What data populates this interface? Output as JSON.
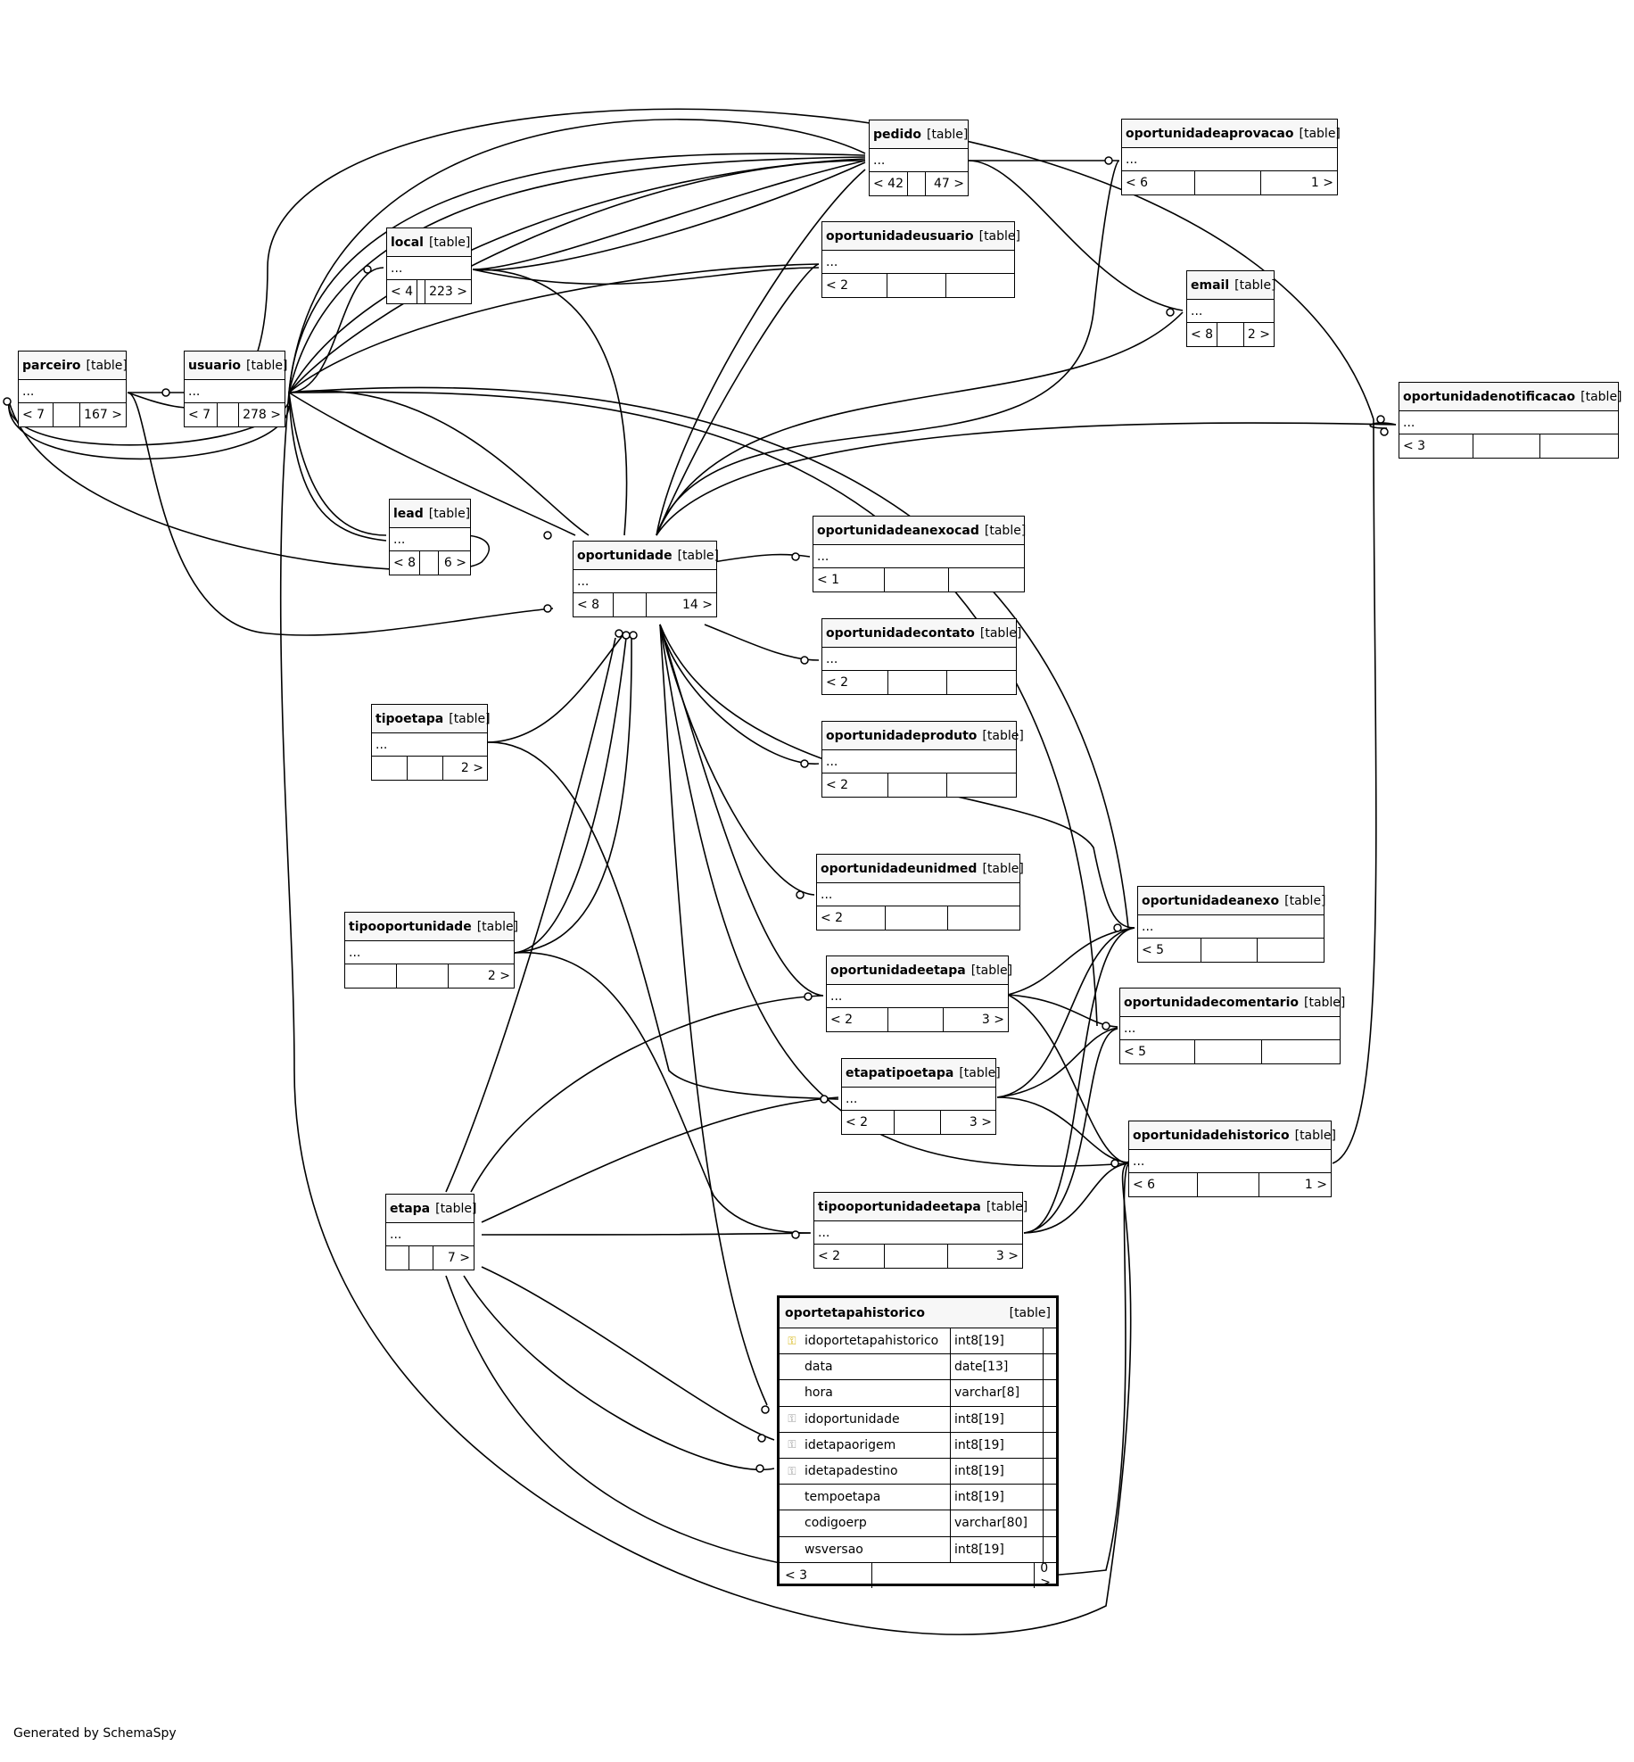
{
  "diagram": {
    "footer": "Generated by SchemaSpy",
    "table_tag": "[table]",
    "tables": [
      {
        "id": "parceiro",
        "name": "parceiro",
        "body": "...",
        "footer": [
          "< 7",
          "",
          "167 >"
        ]
      },
      {
        "id": "usuario",
        "name": "usuario",
        "body": "...",
        "footer": [
          "< 7",
          "",
          "278 >"
        ]
      },
      {
        "id": "local",
        "name": "local",
        "body": "...",
        "footer": [
          "< 4",
          "",
          "223 >"
        ]
      },
      {
        "id": "lead",
        "name": "lead",
        "body": "...",
        "footer": [
          "< 8",
          "",
          "6 >"
        ]
      },
      {
        "id": "oportunidade",
        "name": "oportunidade",
        "body": "...",
        "footer": [
          "< 8",
          "",
          "14 >"
        ]
      },
      {
        "id": "pedido",
        "name": "pedido",
        "body": "...",
        "footer": [
          "< 42",
          "",
          "47 >"
        ]
      },
      {
        "id": "oportunidadeaprovacao",
        "name": "oportunidadeaprovacao",
        "body": "...",
        "footer": [
          "< 6",
          "",
          "1 >"
        ]
      },
      {
        "id": "oportunidadeusuario",
        "name": "oportunidadeusuario",
        "body": "...",
        "footer": [
          "< 2",
          "",
          ""
        ]
      },
      {
        "id": "email",
        "name": "email",
        "body": "...",
        "footer": [
          "< 8",
          "",
          "2 >"
        ]
      },
      {
        "id": "oportunidadenotificacao",
        "name": "oportunidadenotificacao",
        "body": "...",
        "footer": [
          "< 3",
          "",
          ""
        ]
      },
      {
        "id": "oportunidadeanexocad",
        "name": "oportunidadeanexocad",
        "body": "...",
        "footer": [
          "< 1",
          "",
          ""
        ]
      },
      {
        "id": "oportunidadecontato",
        "name": "oportunidadecontato",
        "body": "...",
        "footer": [
          "< 2",
          "",
          ""
        ]
      },
      {
        "id": "oportunidadeproduto",
        "name": "oportunidadeproduto",
        "body": "...",
        "footer": [
          "< 2",
          "",
          ""
        ]
      },
      {
        "id": "oportunidadeunidmed",
        "name": "oportunidadeunidmed",
        "body": "...",
        "footer": [
          "< 2",
          "",
          ""
        ]
      },
      {
        "id": "oportunidadeanexo",
        "name": "oportunidadeanexo",
        "body": "...",
        "footer": [
          "< 5",
          "",
          ""
        ]
      },
      {
        "id": "oportunidadeetapa",
        "name": "oportunidadeetapa",
        "body": "...",
        "footer": [
          "< 2",
          "",
          "3 >"
        ]
      },
      {
        "id": "oportunidadecomentario",
        "name": "oportunidadecomentario",
        "body": "...",
        "footer": [
          "< 5",
          "",
          ""
        ]
      },
      {
        "id": "etapatipoetapa",
        "name": "etapatipoetapa",
        "body": "...",
        "footer": [
          "< 2",
          "",
          "3 >"
        ]
      },
      {
        "id": "oportunidadehistorico",
        "name": "oportunidadehistorico",
        "body": "...",
        "footer": [
          "< 6",
          "",
          "1 >"
        ]
      },
      {
        "id": "tipoetapa",
        "name": "tipoetapa",
        "body": "...",
        "footer": [
          "",
          "",
          "2 >"
        ]
      },
      {
        "id": "tipooportunidade",
        "name": "tipooportunidade",
        "body": "...",
        "footer": [
          "",
          "",
          "2 >"
        ]
      },
      {
        "id": "tipooportunidadeetapa",
        "name": "tipooportunidadeetapa",
        "body": "...",
        "footer": [
          "< 2",
          "",
          "3 >"
        ]
      },
      {
        "id": "etapa",
        "name": "etapa",
        "body": "...",
        "footer": [
          "",
          "",
          "7 >"
        ]
      }
    ],
    "focus_table": {
      "name": "oportetapahistorico",
      "tag": "[table]",
      "columns": [
        {
          "name": "idoportetapahistorico",
          "type": "int8[19]",
          "key": "primary"
        },
        {
          "name": "data",
          "type": "date[13]",
          "key": ""
        },
        {
          "name": "hora",
          "type": "varchar[8]",
          "key": ""
        },
        {
          "name": "idoportunidade",
          "type": "int8[19]",
          "key": "foreign"
        },
        {
          "name": "idetapaorigem",
          "type": "int8[19]",
          "key": "foreign"
        },
        {
          "name": "idetapadestino",
          "type": "int8[19]",
          "key": "foreign"
        },
        {
          "name": "tempoetapa",
          "type": "int8[19]",
          "key": ""
        },
        {
          "name": "codigoerp",
          "type": "varchar[80]",
          "key": ""
        },
        {
          "name": "wsversao",
          "type": "int8[19]",
          "key": ""
        }
      ],
      "footer": [
        "< 3",
        "",
        "0 >"
      ]
    },
    "colors": {
      "line": "#000000",
      "header_bg": "#f7f7f7",
      "primary_key": "#d4b000",
      "foreign_key": "#9a9a9a"
    }
  }
}
